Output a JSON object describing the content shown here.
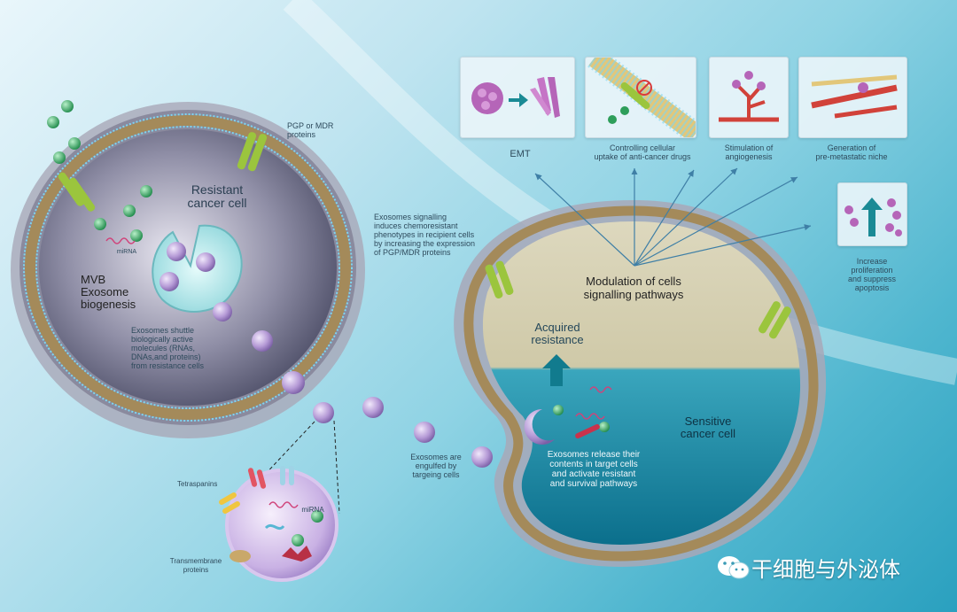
{
  "labels": {
    "pgp_mdr": "PGP or MDR\nproteins",
    "resistant_cell": "Resistant\ncancer cell",
    "mirna_top": "miRNA",
    "mvb": "MVB\nExosome\nbiogenesis",
    "exosomes_shuttle": "Exosomes shuttle\nbiologically active\nmolecules (RNAs,\nDNAs,and proteins)\nfrom resistance cells",
    "tetraspanins": "Tetraspanins",
    "mirna_bottom": "miRNA",
    "transmembrane": "Transmembrane\nproteins",
    "engulfed": "Exosomes are\nengulfed by\ntargeing cells",
    "signalling": "Exosomes signalling\ninduces chemoresistant\nphenotypes in recipient cells\nby increasing the expression\nof PGP/MDR proteins",
    "modulation": "Modulation of cells\nsignalling pathways",
    "acquired": "Acquired\nresistance",
    "sensitive": "Sensitive\ncancer cell",
    "release": "Exosomes release their\ncontents in target cells\nand activate resistant\nand survival pathways",
    "emt": "EMT",
    "controlling": "Controlling cellular\nuptake of anti-cancer drugs",
    "angiogenesis": "Stimulation of\nangiogenesis",
    "niche": "Generation of\npre-metastatic niche",
    "proliferation": "Increase\nproliferation\nand suppress\napoptosis"
  },
  "watermark": {
    "text": "干细胞与外泌体",
    "icon": "wechat-icon"
  },
  "colors": {
    "exosome": "#a98fc9",
    "green_dot": "#2e9e5a",
    "arrow": "#3f7fa6",
    "receptor": "#9bc53d"
  }
}
